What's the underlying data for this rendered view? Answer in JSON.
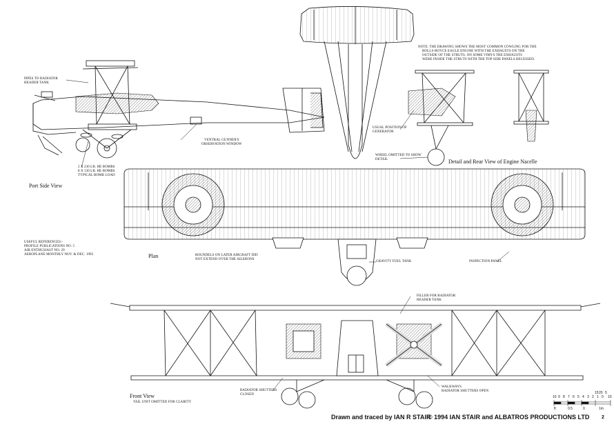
{
  "labels": {
    "note": "NOTE. THE DRAWING SHOWS THE MOST COMMON COWLING FOR THE",
    "note2": "ROLLS-ROYCE EAGLE ENGINE WITH THE EXHAUSTS ON THE",
    "note3": "OUTSIDE OF THE STRUTS. ON SOME VIMYS THE EXHAUSTS",
    "note4": "WERE INSIDE THE STRUTS WITH THE TOP SIDE PANELS RECESSED.",
    "pipes1": "PIPES TO RADIATOR",
    "pipes2": "HEADER TANK",
    "ventral1": "VENTRAL GUNNER'S",
    "ventral2": "OBSERVATION WINDOW",
    "bombs1": "2 x 230 LB. HE BOMBS",
    "bombs2": "8 x 130 LB. HE BOMBS",
    "bombs3": "TYPICAL BOMB LOAD",
    "generator1": "USUAL POSITION OF",
    "generator2": "GENERATOR",
    "wheel1": "WHEEL OMITTED TO SHOW",
    "wheel2": "DETAIL",
    "ref1": "USEFUL REFERENCES:-",
    "ref2": "PROFILE PUBLICATIONS NO. 5",
    "ref3": "AIR ENTHUSIAST NO. 29",
    "ref4": "AEROPLANE MONTHLY NOV. & DEC. 1992",
    "roundels1": "ROUNDELS ON LATER AIRCRAFT DID",
    "roundels2": "NOT EXTEND OVER THE AILERONS",
    "gravity": "GRAVITY FUEL TANK",
    "inspection": "INSPECTION PANEL",
    "filler1": "FILLER FOR RADIATOR",
    "filler2": "HEADER TANK",
    "rad_closed1": "RADIATOR SHUTTERS",
    "rad_closed2": "CLOSED",
    "walkways": "WALKWAYS",
    "rad_open": "RADIATOR SHUTTERS OPEN",
    "tail_omitted": "TAIL UNIT OMITTED FOR CLARITY"
  },
  "views": {
    "port_side": "Port Side View",
    "plan": "Plan",
    "front": "Front View",
    "nacelle": "Detail and Rear View of Engine Nacelle"
  },
  "credit": {
    "drawn": "Drawn and traced by IAN R STAIR",
    "copyright": "© 1994 IAN STAIR and ALBATROS PRODUCTIONS LTD"
  },
  "scale": {
    "top": [
      "10",
      "9",
      "8",
      "7",
      "6",
      "5",
      "4",
      "3",
      "2",
      "1",
      "0",
      "5",
      "10",
      "15",
      "20"
    ],
    "bottom": [
      "ft",
      "0.5",
      "0",
      "1m"
    ]
  },
  "page_number": "2"
}
